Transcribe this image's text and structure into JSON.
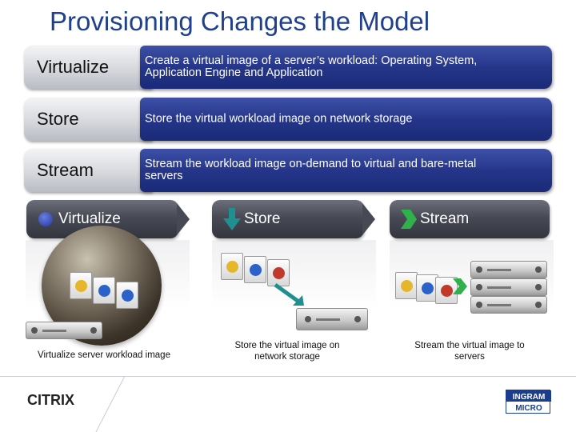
{
  "title": "Provisioning Changes the Model",
  "rows": [
    {
      "label": "Virtualize",
      "description": "Create a virtual image of a server’s workload: Operating System, Application Engine and Application"
    },
    {
      "label": "Store",
      "description": "Store the virtual workload image on network storage"
    },
    {
      "label": "Stream",
      "description": "Stream the workload image on-demand to virtual and bare-metal servers"
    }
  ],
  "steps": [
    {
      "label": "Virtualize",
      "caption": "Virtualize server workload image"
    },
    {
      "label": "Store",
      "caption": "Store the virtual image on network storage"
    },
    {
      "label": "Stream",
      "caption": "Stream the virtual image to servers"
    }
  ],
  "logos": {
    "left": "CITRIX",
    "right": "INGRAM MICRO"
  },
  "colors": {
    "title": "#1f3f8f",
    "row_panel": "#25368a",
    "tab": "#474a55",
    "accent_green": "#2fb04a",
    "accent_teal": "#1f8f8f"
  },
  "icons": [
    "dot-icon",
    "down-arrow-icon",
    "chevron-icon",
    "file-icon",
    "server-icon",
    "diagonal-arrow-icon",
    "citrix-logo",
    "ingram-micro-logo"
  ]
}
